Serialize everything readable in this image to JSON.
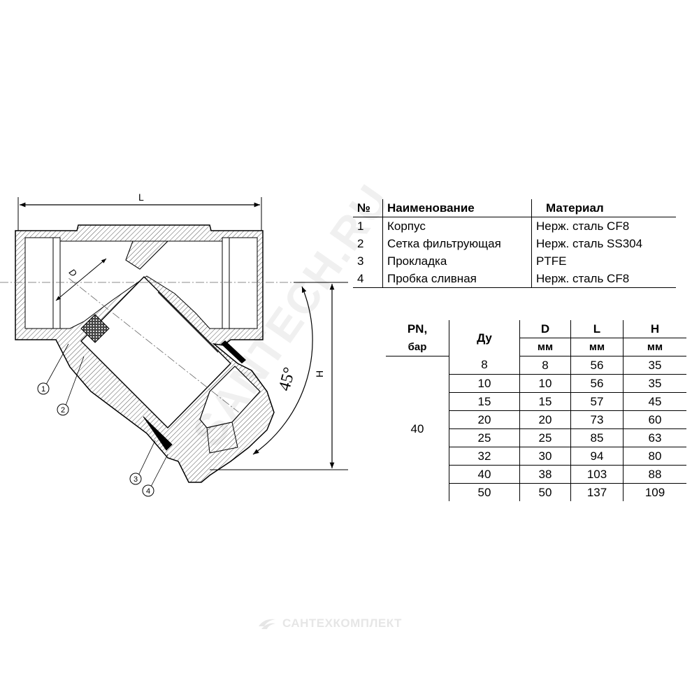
{
  "drawing": {
    "dim_L": "L",
    "dim_D": "D",
    "dim_H": "H",
    "angle": "45°",
    "callouts": [
      "1",
      "2",
      "3",
      "4"
    ]
  },
  "materials": {
    "headers": [
      "№",
      "Наименование",
      "Материал"
    ],
    "rows": [
      {
        "no": "1",
        "name": "Корпус",
        "material": "Нерж. сталь CF8"
      },
      {
        "no": "2",
        "name": "Сетка фильтрующая",
        "material": "Нерж. сталь SS304"
      },
      {
        "no": "3",
        "name": "Прокладка",
        "material": "PTFE"
      },
      {
        "no": "4",
        "name": "Пробка сливная",
        "material": "Нерж. сталь CF8"
      }
    ]
  },
  "dimensions": {
    "header_pn": "PN,",
    "header_pn2": "бар",
    "header_dn": "Ду",
    "header_d": "D",
    "header_l": "L",
    "header_h": "H",
    "unit": "мм",
    "pn_value": "40",
    "rows": [
      {
        "dn": "8",
        "d": "8",
        "l": "56",
        "h": "35"
      },
      {
        "dn": "10",
        "d": "10",
        "l": "56",
        "h": "35"
      },
      {
        "dn": "15",
        "d": "15",
        "l": "57",
        "h": "45"
      },
      {
        "dn": "20",
        "d": "20",
        "l": "73",
        "h": "60"
      },
      {
        "dn": "25",
        "d": "25",
        "l": "85",
        "h": "63"
      },
      {
        "dn": "32",
        "d": "30",
        "l": "94",
        "h": "80"
      },
      {
        "dn": "40",
        "d": "38",
        "l": "103",
        "h": "88"
      },
      {
        "dn": "50",
        "d": "50",
        "l": "137",
        "h": "109"
      }
    ]
  },
  "watermark": "SANTECH.RU",
  "footer_brand": "САНТЕХКОМПЛЕКТ"
}
